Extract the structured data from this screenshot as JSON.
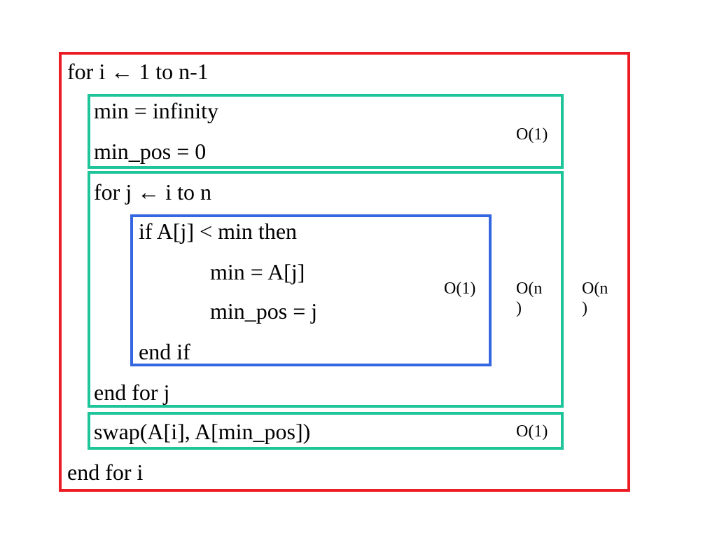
{
  "code_lines": {
    "outer_for": "for i ← 1 to n-1",
    "min_init": "min = infinity",
    "min_pos_init": "min_pos = 0",
    "inner_for": "for j ← i to n",
    "if_line": "if A[j] < min then",
    "assign_min": "min = A[j]",
    "assign_min_pos": "min_pos = j",
    "end_if": "end if",
    "end_for_j": "end for j",
    "swap": "swap(A[i], A[min_pos])",
    "end_for_i": "end for i"
  },
  "complexities": {
    "init_block": "O(1)",
    "if_block": "O(1)",
    "inner_loop": "O(n\n)",
    "swap_block": "O(1)",
    "outer_loop": "O(n\n)"
  },
  "colors": {
    "outer_loop_border": "#ec1c24",
    "block_border": "#1ec49a",
    "if_block_border": "#3366e0"
  }
}
